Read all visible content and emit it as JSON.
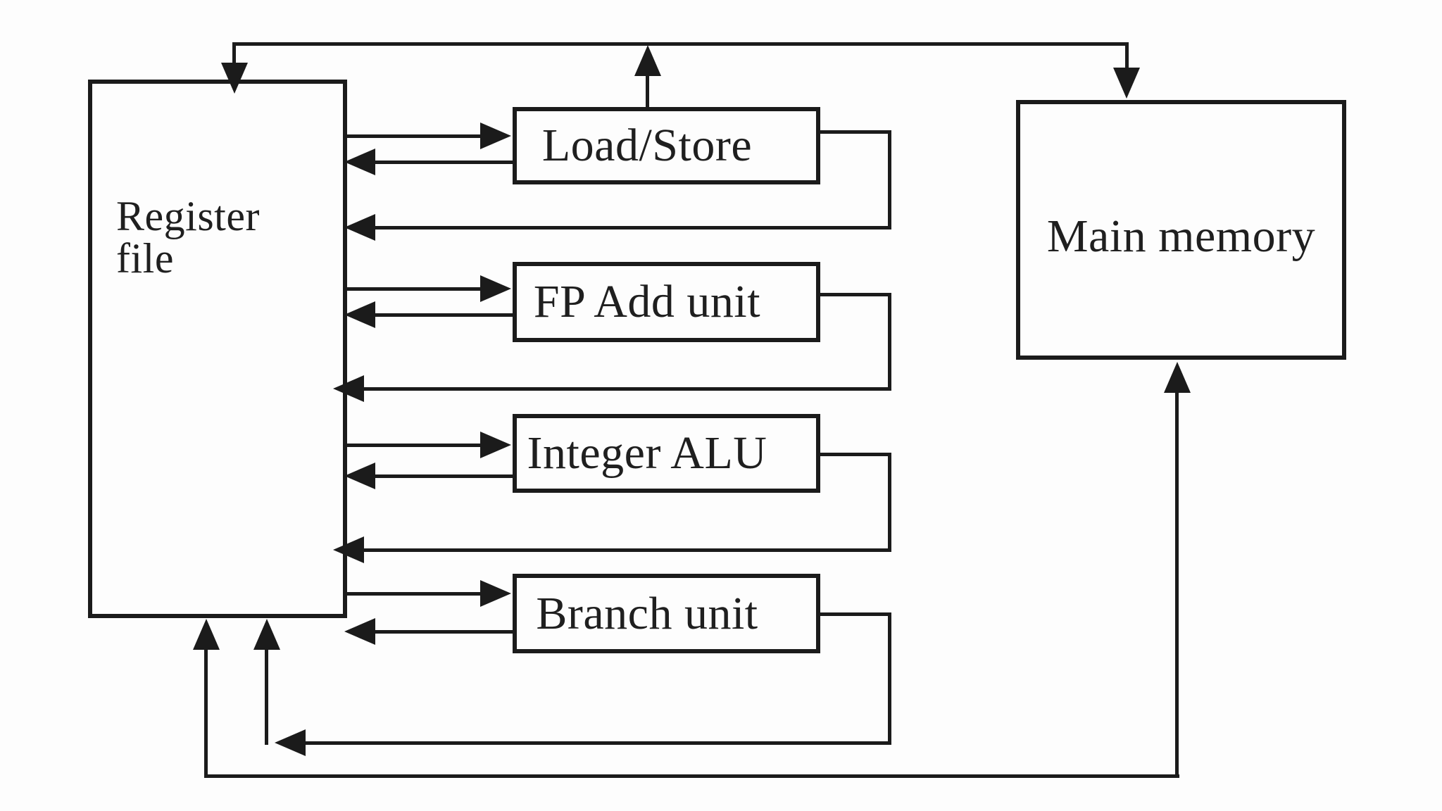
{
  "diagram": {
    "description": "Superscalar processor datapath block diagram",
    "colors": {
      "background": "#fdfdfd",
      "line": "#1b1b1b",
      "text": "#1f1f1f"
    },
    "nodes": {
      "register_file": {
        "label": "Register\nfile"
      },
      "load_store": {
        "label": "Load/Store"
      },
      "fp_add": {
        "label": "FP Add unit"
      },
      "integer_alu": {
        "label": "Integer ALU"
      },
      "branch_unit": {
        "label": "Branch unit"
      },
      "main_memory": {
        "label": "Main memory"
      }
    },
    "edges": [
      {
        "from": "load_store",
        "to": "register_file",
        "via": "top-bus",
        "type": "arrow"
      },
      {
        "from": "load_store",
        "to": "main_memory",
        "via": "top-bus",
        "type": "arrow"
      },
      {
        "from": "register_file",
        "to": "load_store",
        "type": "arrow"
      },
      {
        "from": "load_store",
        "to": "register_file",
        "type": "arrow"
      },
      {
        "from": "load_store",
        "to": "register_file",
        "via": "right-side-loop",
        "type": "arrow"
      },
      {
        "from": "register_file",
        "to": "fp_add",
        "type": "arrow"
      },
      {
        "from": "fp_add",
        "to": "register_file",
        "type": "arrow"
      },
      {
        "from": "fp_add",
        "to": "register_file",
        "via": "right-side-loop",
        "type": "arrow"
      },
      {
        "from": "register_file",
        "to": "integer_alu",
        "type": "arrow"
      },
      {
        "from": "integer_alu",
        "to": "register_file",
        "type": "arrow"
      },
      {
        "from": "integer_alu",
        "to": "register_file",
        "via": "right-side-loop",
        "type": "arrow"
      },
      {
        "from": "register_file",
        "to": "branch_unit",
        "type": "arrow"
      },
      {
        "from": "branch_unit",
        "to": "register_file",
        "type": "arrow"
      },
      {
        "from": "branch_unit",
        "to": "register_file",
        "via": "bottom-right-loop",
        "type": "arrow"
      },
      {
        "between": [
          "register_file",
          "main_memory"
        ],
        "via": "bottom-bus",
        "type": "double-arrow"
      }
    ]
  }
}
